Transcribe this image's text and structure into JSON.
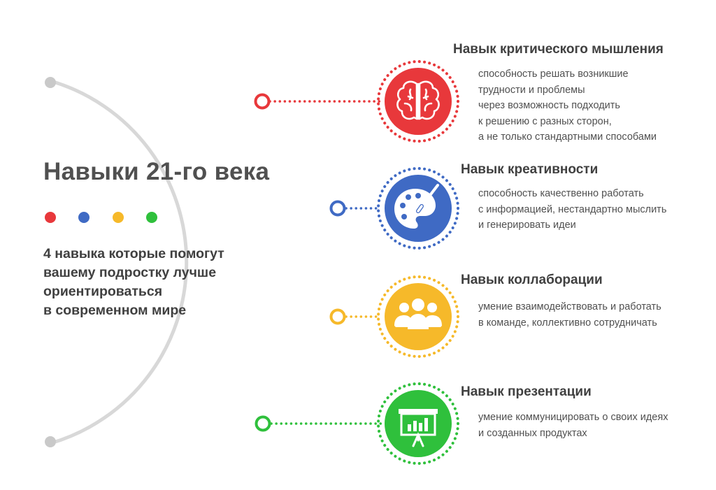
{
  "header": {
    "title": "Навыки 21-го века",
    "subtitle": "4 навыка которые помогут\nвашему подростку лучше\nориентироваться\nв современном мире"
  },
  "palette": {
    "red": "#e8383b",
    "blue": "#3f6ac4",
    "yellow": "#f6b92a",
    "green": "#2fc03c",
    "arc": "#d8d8d8",
    "dot": "#c9c9c9"
  },
  "legend_dots": [
    "red",
    "blue",
    "yellow",
    "green"
  ],
  "skills": [
    {
      "title": "Навык критического мышления",
      "description": "способность решать возникшие\nтрудности и проблемы\nчерез возможность подходить\nк решению с разных сторон,\nа не только стандартными способами",
      "color": "#e8383b",
      "icon": "brain-icon"
    },
    {
      "title": "Навык креативности",
      "description": "способность качественно работать\nс информацией, нестандартно мыслить\nи генерировать идеи",
      "color": "#3f6ac4",
      "icon": "palette-icon"
    },
    {
      "title": "Навык коллаборации",
      "description": "умение взаимодействовать и работать\nв команде, коллективно сотрудничать",
      "color": "#f6b92a",
      "icon": "team-icon"
    },
    {
      "title": "Навык презентации",
      "description": "умение коммуницировать о своих идеях\nи созданных продуктах",
      "color": "#2fc03c",
      "icon": "presentation-icon"
    }
  ]
}
